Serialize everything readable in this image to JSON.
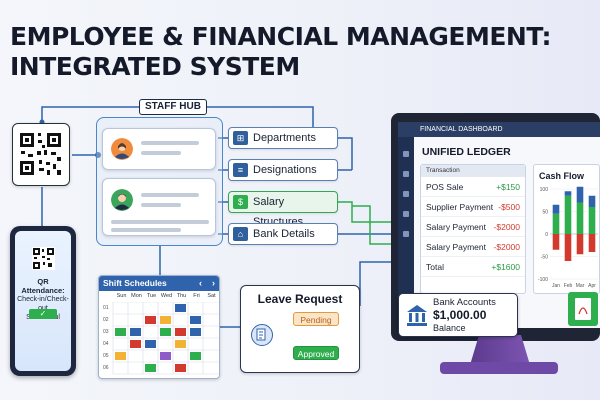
{
  "title_line1": "EMPLOYEE & FINANCIAL MANAGEMENT:",
  "title_line2": "INTEGRATED SYSTEM",
  "staff_hub": {
    "label": "STAFF HUB"
  },
  "hub_items": [
    {
      "label": "Departments",
      "icon": "org-chart-icon"
    },
    {
      "label": "Designations",
      "icon": "id-document-icon"
    },
    {
      "label": "Salary Structures",
      "icon": "cash-icon"
    },
    {
      "label": "Bank Details",
      "icon": "bank-icon"
    }
  ],
  "phone": {
    "line1": "QR Attendance:",
    "line2": "Check-in/Check-out",
    "line3": "Successful",
    "ok": "✓"
  },
  "shift": {
    "title": "Shift Schedules",
    "nav_prev": "‹",
    "nav_next": "›",
    "days": [
      "Sun",
      "Mon",
      "Tue",
      "Wed",
      "Thu",
      "Fri",
      "Sat"
    ]
  },
  "leave": {
    "title": "Leave Request",
    "pending": "Pending",
    "approved": "Approved"
  },
  "dashboard": {
    "bar_title": "FINANCIAL DASHBOARD",
    "ledger_title": "UNIFIED LEDGER",
    "ledger_header": "Transaction",
    "rows": [
      {
        "label": "POS Sale",
        "amount": "+$150",
        "type": "pos"
      },
      {
        "label": "Supplier Payment",
        "amount": "-$500",
        "type": "neg"
      },
      {
        "label": "Salary Payment",
        "amount": "-$2000",
        "type": "neg"
      },
      {
        "label": "Salary Payment",
        "amount": "-$2000",
        "type": "neg"
      },
      {
        "label": "Total",
        "amount": "+$1600",
        "type": "pos"
      }
    ],
    "cash_flow_title": "Cash Flow"
  },
  "chart_data": {
    "type": "bar",
    "title": "Cash Flow",
    "categories": [
      "Jan",
      "Feb",
      "Mar",
      "Apr"
    ],
    "yticks": [
      "100",
      "50",
      "0",
      "-50",
      "-100"
    ],
    "ylim": [
      -100,
      100
    ],
    "series": [
      {
        "values": [
          45,
          85,
          70,
          60
        ],
        "color": "#2fae4e"
      },
      {
        "values": [
          -35,
          -60,
          -45,
          -40
        ],
        "color": "#d23a2e"
      },
      {
        "values": [
          20,
          10,
          35,
          25
        ],
        "color": "#2f64ad"
      }
    ]
  },
  "bank": {
    "label": "Bank Accounts",
    "value": "$1,000.00",
    "sub": "Balance"
  },
  "colors": {
    "accent_blue": "#2f64ad",
    "green": "#2fae4e",
    "red": "#d23a2e",
    "purple": "#6e49a5"
  }
}
